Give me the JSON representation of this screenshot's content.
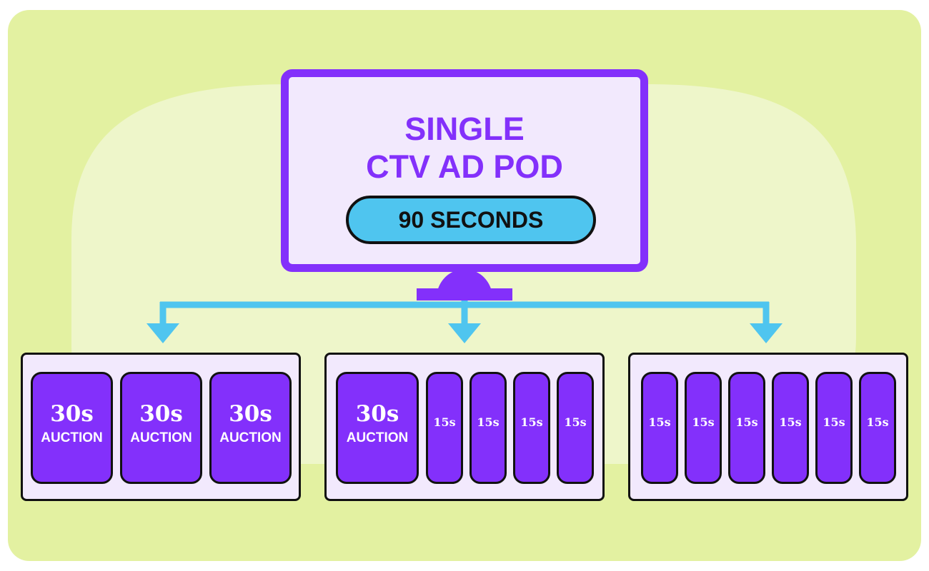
{
  "colors": {
    "background_outer": "#e3f1a1",
    "background_inner": "#eef6ca",
    "accent_purple": "#8330fb",
    "screen_fill": "#f2e9fd",
    "connector_blue": "#4fc5ef",
    "outline": "#111111"
  },
  "tv": {
    "title_line1": "SINGLE",
    "title_line2": "CTV AD POD",
    "duration_badge": "90 SECONDS"
  },
  "pods": [
    {
      "slots": [
        {
          "duration": "30s",
          "label": "AUCTION"
        },
        {
          "duration": "30s",
          "label": "AUCTION"
        },
        {
          "duration": "30s",
          "label": "AUCTION"
        }
      ]
    },
    {
      "slots": [
        {
          "duration": "30s",
          "label": "AUCTION"
        },
        {
          "duration": "15s"
        },
        {
          "duration": "15s"
        },
        {
          "duration": "15s"
        },
        {
          "duration": "15s"
        }
      ]
    },
    {
      "slots": [
        {
          "duration": "15s"
        },
        {
          "duration": "15s"
        },
        {
          "duration": "15s"
        },
        {
          "duration": "15s"
        },
        {
          "duration": "15s"
        },
        {
          "duration": "15s"
        }
      ]
    }
  ]
}
